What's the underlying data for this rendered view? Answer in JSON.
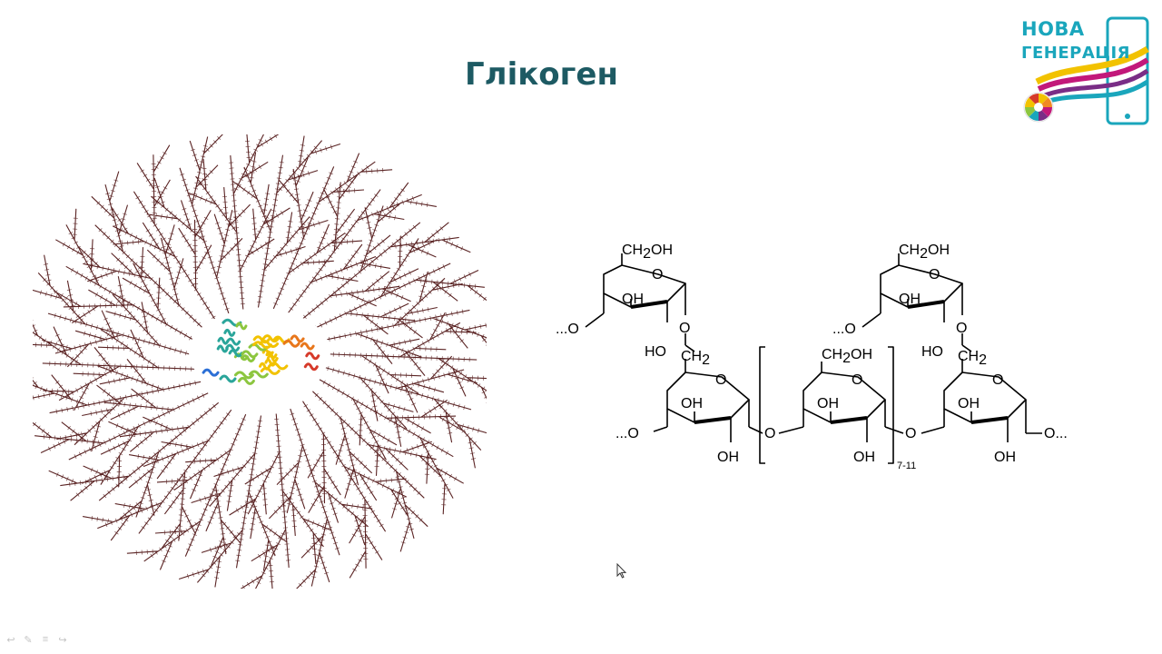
{
  "slide": {
    "title": "Глікоген"
  },
  "logo": {
    "line1": "НОВА",
    "line2": "ГЕНЕРАЦІЯ",
    "colors": {
      "text": "#1aa6bc",
      "yellow": "#f2c200",
      "teal": "#1aa6bc",
      "magenta": "#c2187a",
      "purple": "#7a2d86",
      "orange": "#f08a24"
    }
  },
  "illustration": {
    "branch_color": "#5a2323",
    "protein_colors": [
      "#2b6fd6",
      "#2aa59a",
      "#8cc63f",
      "#f2c200",
      "#e8761b",
      "#d63a2a"
    ]
  },
  "structure": {
    "ch2oh": "CH",
    "ch2oh_sub": "2",
    "ch2oh_tail": "OH",
    "ch2": "CH",
    "ch2_sub": "2",
    "oh": "OH",
    "ho": "HO",
    "o": "O",
    "dots_o": "...O",
    "o_dots": "O...",
    "repeat": "7-11"
  },
  "controls": {
    "icons": [
      "arrow-left-icon",
      "pen-icon",
      "menu-icon",
      "arrow-right-icon"
    ]
  }
}
